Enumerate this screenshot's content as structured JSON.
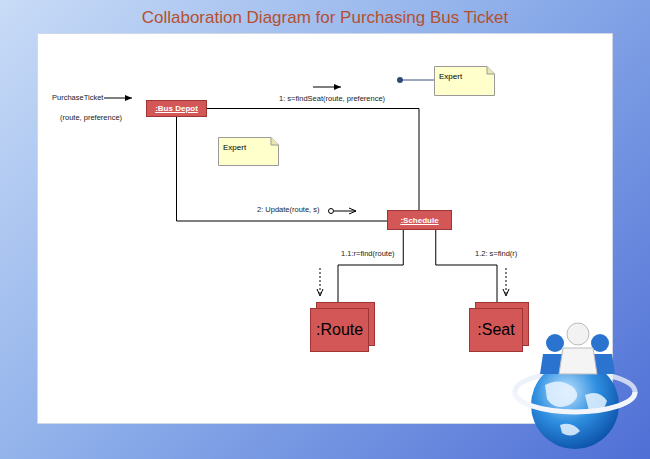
{
  "diagram": {
    "title": "Collaboration Diagram for Purchasing Bus Ticket",
    "nodes": [
      {
        "text": [
          "Expert"
        ]
      },
      {
        "text": [
          ":Bus Depot"
        ]
      },
      {
        "text": [
          "Expert"
        ]
      },
      {
        "text": [
          ":Schedule"
        ]
      },
      {
        "text": [
          ":Route"
        ]
      },
      {
        "text": [
          ":Seat"
        ]
      }
    ],
    "edges": [
      {
        "from": 1,
        "to": 3,
        "arrow": "none",
        "label": "1: s=findSeat(route, preference)"
      },
      {
        "from": 1,
        "to": 3,
        "arrow": "none",
        "label": "2: Update(route, s)"
      },
      {
        "from": 3,
        "to": 4,
        "arrow": "none",
        "label": "1.1:r=find(route)"
      },
      {
        "from": 3,
        "to": 5,
        "arrow": "none",
        "label": "1.2: s=find(r)"
      }
    ],
    "labels": [
      "PurchaseTicket",
      "(route, preference)"
    ]
  }
}
